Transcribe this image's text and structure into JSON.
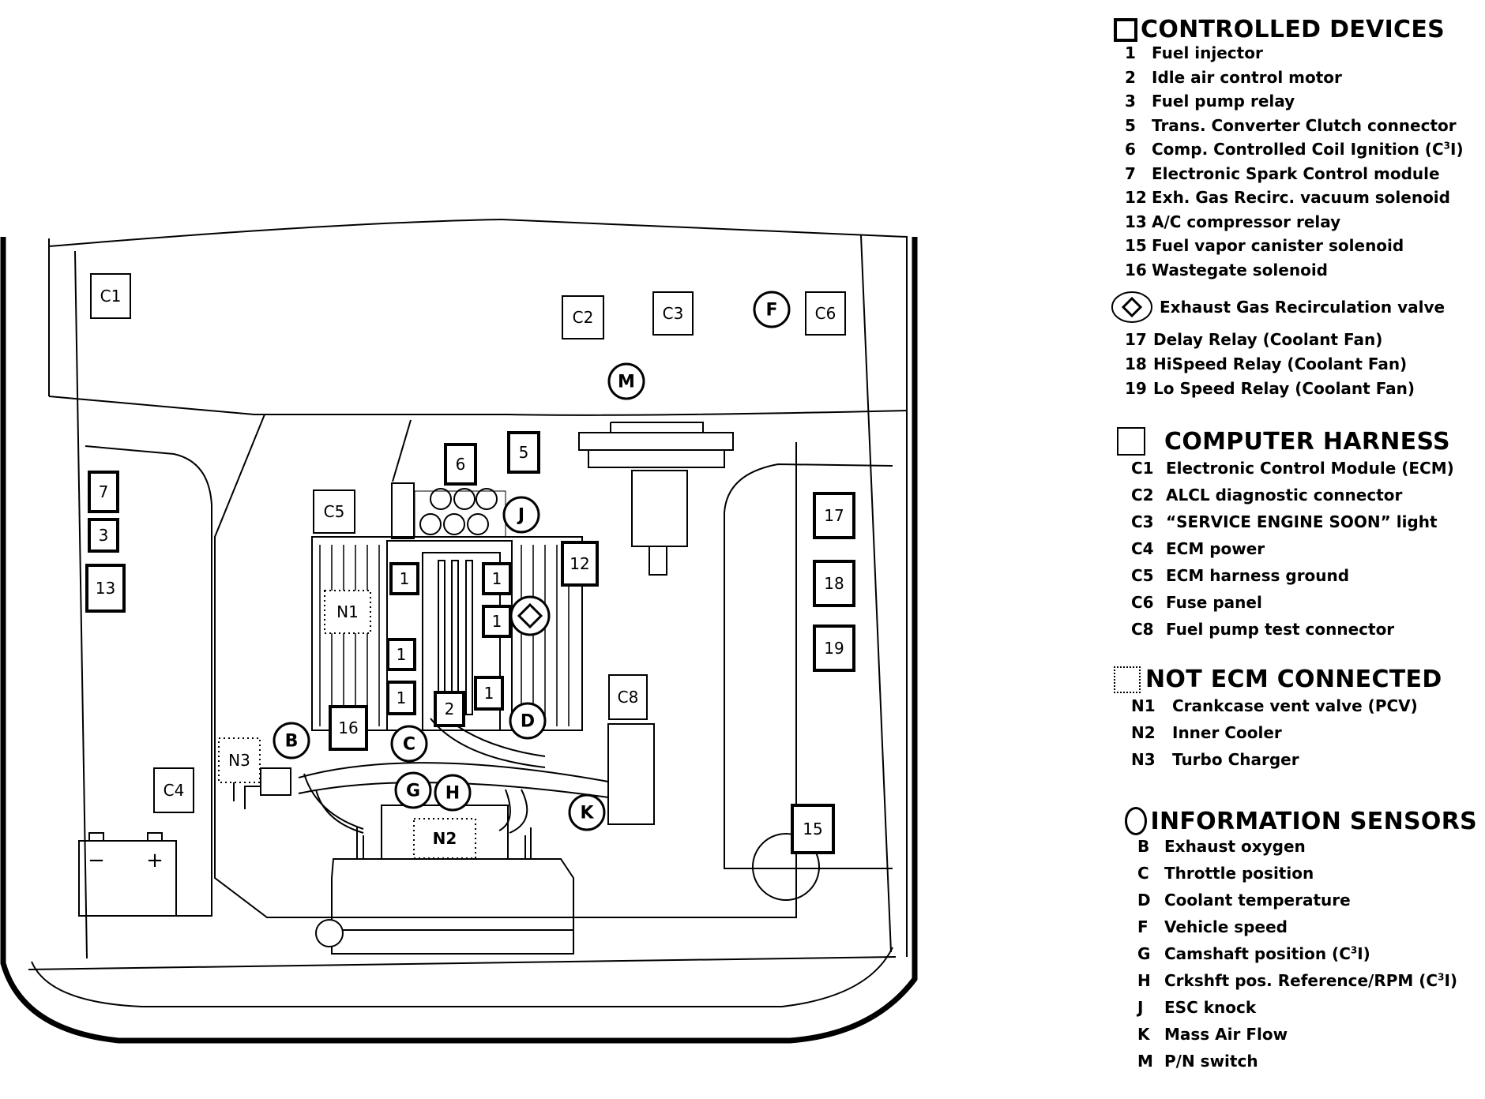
{
  "diagram": {
    "controlled_device_labels": [
      "1",
      "2",
      "3",
      "5",
      "6",
      "7",
      "12",
      "13",
      "15",
      "16",
      "17",
      "18",
      "19"
    ],
    "harness_labels": [
      "C1",
      "C2",
      "C3",
      "C4",
      "C5",
      "C6",
      "C8"
    ],
    "not_ecm_labels": [
      "N1",
      "N2",
      "N3"
    ],
    "sensor_labels": [
      "B",
      "C",
      "D",
      "F",
      "G",
      "H",
      "J",
      "K",
      "M"
    ],
    "battery_terminals": {
      "negative": "−",
      "positive": "+"
    }
  },
  "legend": {
    "controlled_devices": {
      "title": "CONTROLLED DEVICES",
      "items": [
        {
          "code": "1",
          "text": "Fuel injector"
        },
        {
          "code": "2",
          "text": "Idle air control motor"
        },
        {
          "code": "3",
          "text": "Fuel pump relay"
        },
        {
          "code": "5",
          "text": "Trans. Converter Clutch connector"
        },
        {
          "code": "6",
          "text": "Comp. Controlled Coil Ignition (C³I)"
        },
        {
          "code": "7",
          "text": "Electronic Spark Control module"
        },
        {
          "code": "12",
          "text": "Exh. Gas Recirc. vacuum solenoid"
        },
        {
          "code": "13",
          "text": "A/C compressor relay"
        },
        {
          "code": "15",
          "text": "Fuel vapor canister solenoid"
        },
        {
          "code": "16",
          "text": "Wastegate solenoid"
        }
      ],
      "egr_text": "Exhaust Gas Recirculation valve",
      "items_after": [
        {
          "code": "17",
          "text": "Delay Relay (Coolant Fan)"
        },
        {
          "code": "18",
          "text": "HiSpeed Relay (Coolant Fan)"
        },
        {
          "code": "19",
          "text": "Lo Speed Relay (Coolant Fan)"
        }
      ]
    },
    "computer_harness": {
      "title": "COMPUTER HARNESS",
      "items": [
        {
          "code": "C1",
          "text": "Electronic Control Module (ECM)"
        },
        {
          "code": "C2",
          "text": "ALCL diagnostic connector"
        },
        {
          "code": "C3",
          "text": "“SERVICE ENGINE SOON” light"
        },
        {
          "code": "C4",
          "text": "ECM power"
        },
        {
          "code": "C5",
          "text": "ECM harness ground"
        },
        {
          "code": "C6",
          "text": "Fuse panel"
        },
        {
          "code": "C8",
          "text": "Fuel pump test connector"
        }
      ]
    },
    "not_ecm_connected": {
      "title": "NOT ECM CONNECTED",
      "items": [
        {
          "code": "N1",
          "text": "Crankcase vent valve (PCV)"
        },
        {
          "code": "N2",
          "text": "Inner Cooler"
        },
        {
          "code": "N3",
          "text": "Turbo Charger"
        }
      ]
    },
    "information_sensors": {
      "title": "INFORMATION SENSORS",
      "items": [
        {
          "code": "B",
          "text": "Exhaust oxygen"
        },
        {
          "code": "C",
          "text": "Throttle position"
        },
        {
          "code": "D",
          "text": "Coolant temperature"
        },
        {
          "code": "F",
          "text": "Vehicle speed"
        },
        {
          "code": "G",
          "text": "Camshaft position (C³I)"
        },
        {
          "code": "H",
          "text": "Crkshft pos. Reference/RPM (C³I)"
        },
        {
          "code": "J",
          "text": "ESC knock"
        },
        {
          "code": "K",
          "text": "Mass Air Flow"
        },
        {
          "code": "M",
          "text": "P/N switch"
        }
      ]
    }
  }
}
